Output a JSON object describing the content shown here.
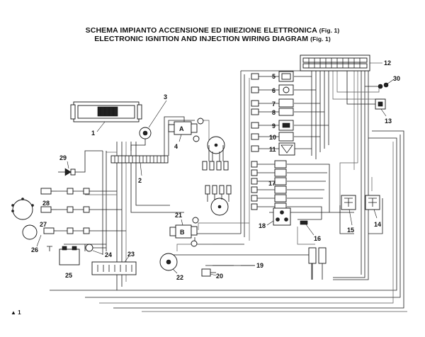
{
  "header": {
    "title_it": "SCHEMA IMPIANTO ACCENSIONE ED INIEZIONE ELETTRONICA",
    "title_it_fig": "(Fig. 1)",
    "title_en": "ELECTRONIC IGNITION AND INJECTION WIRING DIAGRAM",
    "title_en_fig": "(Fig. 1)"
  },
  "component_labels": {
    "c1": "1",
    "c2": "2",
    "c3": "3",
    "c4": "4",
    "c5": "5",
    "c6": "6",
    "c7": "7",
    "c8": "8",
    "c9": "9",
    "c10": "10",
    "c11": "11",
    "c12": "12",
    "c13": "13",
    "c14": "14",
    "c15": "15",
    "c16": "16",
    "c17": "17",
    "c18": "18",
    "c19": "19",
    "c20": "20",
    "c21": "21",
    "c22": "22",
    "c23": "23",
    "c24": "24",
    "c25": "25",
    "c26": "26",
    "c27": "27",
    "c28": "28",
    "c29": "29",
    "c30": "30"
  },
  "inner_labels": {
    "coil_a": "A",
    "coil_b": "B"
  },
  "footer": {
    "fig_note": "▲ 1"
  }
}
